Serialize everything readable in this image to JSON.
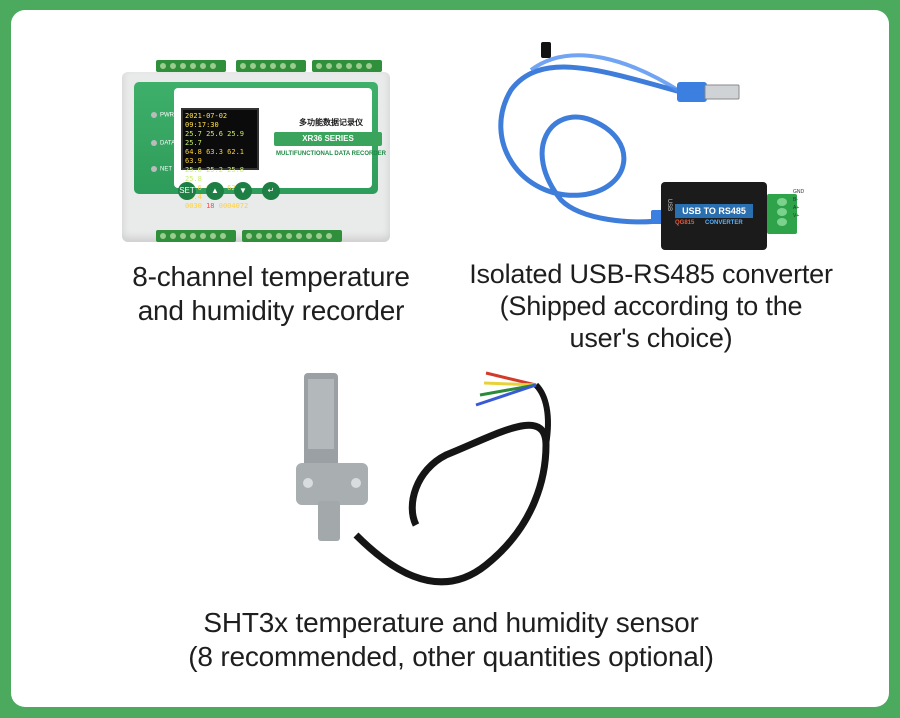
{
  "recorder": {
    "caption_lines": [
      "8-channel temperature",
      "and humidity recorder"
    ],
    "screen": {
      "datetime": "2021-07-02 09:17:30",
      "row1": "25.7 25.6 25.9 25.7",
      "row2": "64.8 63.3 62.1 63.9",
      "row3": "25.6 25.2 25.8 25.8",
      "row4": "63.6 68.4 62.7 62.4",
      "footer_left": "0030",
      "footer_mid": "18",
      "footer_right": "0004072"
    },
    "title_cn": "多功能数据记录仪",
    "model": "XR36 SERIES",
    "subtitle": "MULTIFUNCTIONAL DATA RECORDER",
    "leds": [
      "PWR",
      "DATA",
      "NET"
    ],
    "buttons": [
      "SET",
      "▲",
      "▼",
      "↵"
    ]
  },
  "converter": {
    "caption_lines": [
      "Isolated USB-RS485 converter",
      "(Shipped according to the",
      "user's choice)"
    ],
    "label": "USB TO RS485",
    "model": "QG815",
    "sub": "CONVERTER",
    "port": "USB",
    "pins": [
      "GND",
      "B-",
      "A+",
      "V+"
    ]
  },
  "sensor": {
    "caption_lines": [
      "SHT3x temperature and humidity sensor",
      "(8 recommended, other quantities optional)"
    ]
  },
  "colors": {
    "border_green": "#4caa5f",
    "device_green": "#3aa35c",
    "cable_blue": "#2a6fd6",
    "sensor_grey": "#9aa0a3",
    "cable_black": "#151515"
  }
}
